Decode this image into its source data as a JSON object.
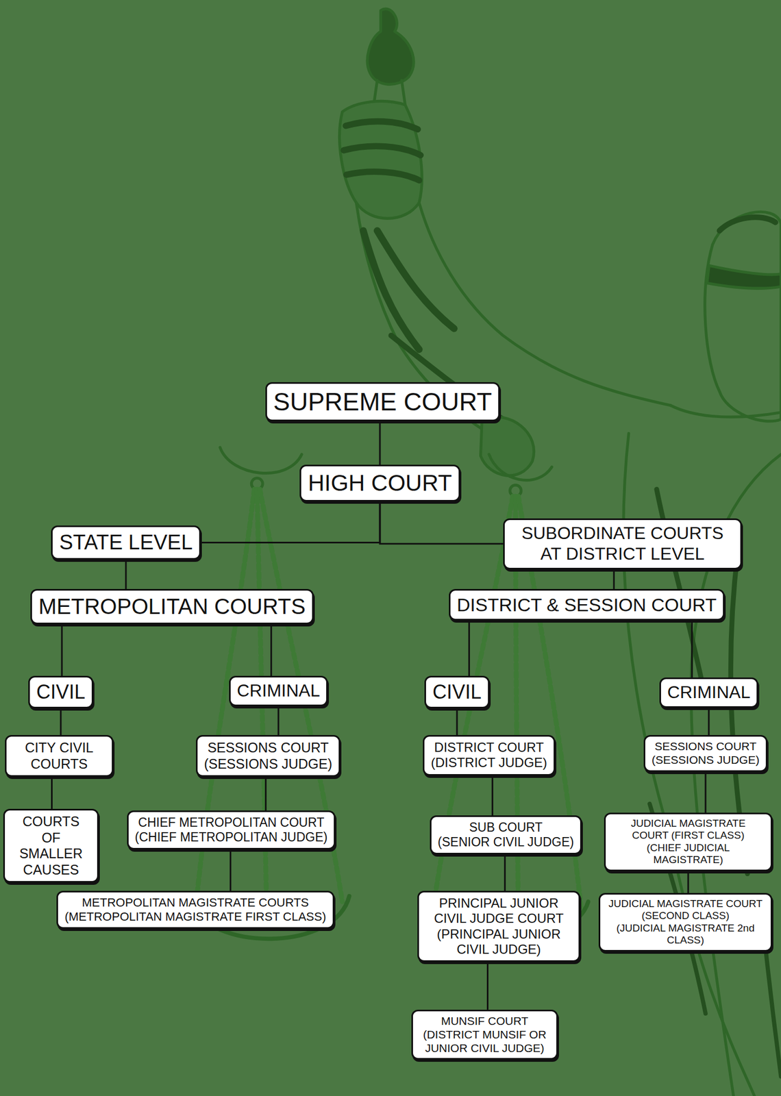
{
  "diagram": {
    "nodes": [
      {
        "text": [
          "SUPREME COURT"
        ]
      },
      {
        "text": [
          "HIGH COURT"
        ]
      },
      {
        "text": [
          "STATE LEVEL"
        ]
      },
      {
        "text": [
          "SUBORDINATE COURTS AT DISTRICT LEVEL"
        ]
      },
      {
        "text": [
          "METROPOLITAN COURTS"
        ]
      },
      {
        "text": [
          "DISTRICT & SESSION COURT"
        ]
      },
      {
        "text": [
          "CIVIL"
        ]
      },
      {
        "text": [
          "CRIMINAL"
        ]
      },
      {
        "text": [
          "CIVIL"
        ]
      },
      {
        "text": [
          "CRIMINAL"
        ]
      },
      {
        "text": [
          "CITY CIVIL COURTS"
        ]
      },
      {
        "text": [
          "SESSIONS COURT",
          "(SESSIONS JUDGE)"
        ]
      },
      {
        "text": [
          "DISTRICT COURT",
          "(DISTRICT JUDGE)"
        ]
      },
      {
        "text": [
          "SESSIONS COURT",
          "(SESSIONS JUDGE)"
        ]
      },
      {
        "text": [
          "COURTS OF SMALLER CAUSES"
        ]
      },
      {
        "text": [
          "CHIEF METROPOLITAN COURT",
          "(CHIEF METROPOLITAN JUDGE)"
        ]
      },
      {
        "text": [
          "SUB COURT",
          "(SENIOR CIVIL JUDGE)"
        ]
      },
      {
        "text": [
          "JUDICIAL MAGISTRATE COURT (FIRST CLASS)",
          "(CHIEF JUDICIAL MAGISTRATE)"
        ]
      },
      {
        "text": [
          "METROPOLITAN MAGISTRATE COURTS",
          "(METROPOLITAN MAGISTRATE FIRST CLASS)"
        ]
      },
      {
        "text": [
          "PRINCIPAL JUNIOR CIVIL JUDGE COURT",
          "(PRINCIPAL JUNIOR CIVIL JUDGE)"
        ]
      },
      {
        "text": [
          "JUDICIAL MAGISTRATE COURT (SECOND CLASS)",
          "(JUDICIAL MAGISTRATE 2nd CLASS)"
        ]
      },
      {
        "text": [
          "MUNSIF COURT",
          "(DISTRICT MUNSIF OR JUNIOR CIVIL JUDGE)"
        ]
      }
    ],
    "edges": [
      {
        "from": 0,
        "to": 1,
        "arrow": "none"
      },
      {
        "from": 1,
        "to": 2,
        "arrow": "none"
      },
      {
        "from": 1,
        "to": 3,
        "arrow": "none"
      },
      {
        "from": 2,
        "to": 4,
        "arrow": "none"
      },
      {
        "from": 3,
        "to": 5,
        "arrow": "none"
      },
      {
        "from": 4,
        "to": 6,
        "arrow": "none"
      },
      {
        "from": 4,
        "to": 7,
        "arrow": "none"
      },
      {
        "from": 5,
        "to": 8,
        "arrow": "none"
      },
      {
        "from": 5,
        "to": 9,
        "arrow": "none"
      },
      {
        "from": 6,
        "to": 10,
        "arrow": "none"
      },
      {
        "from": 7,
        "to": 11,
        "arrow": "none"
      },
      {
        "from": 8,
        "to": 12,
        "arrow": "none"
      },
      {
        "from": 9,
        "to": 13,
        "arrow": "none"
      },
      {
        "from": 10,
        "to": 14,
        "arrow": "none"
      },
      {
        "from": 11,
        "to": 15,
        "arrow": "none"
      },
      {
        "from": 12,
        "to": 16,
        "arrow": "none"
      },
      {
        "from": 13,
        "to": 17,
        "arrow": "none"
      },
      {
        "from": 15,
        "to": 18,
        "arrow": "none"
      },
      {
        "from": 16,
        "to": 19,
        "arrow": "none"
      },
      {
        "from": 17,
        "to": 20,
        "arrow": "none"
      },
      {
        "from": 19,
        "to": 21,
        "arrow": "none"
      }
    ]
  }
}
